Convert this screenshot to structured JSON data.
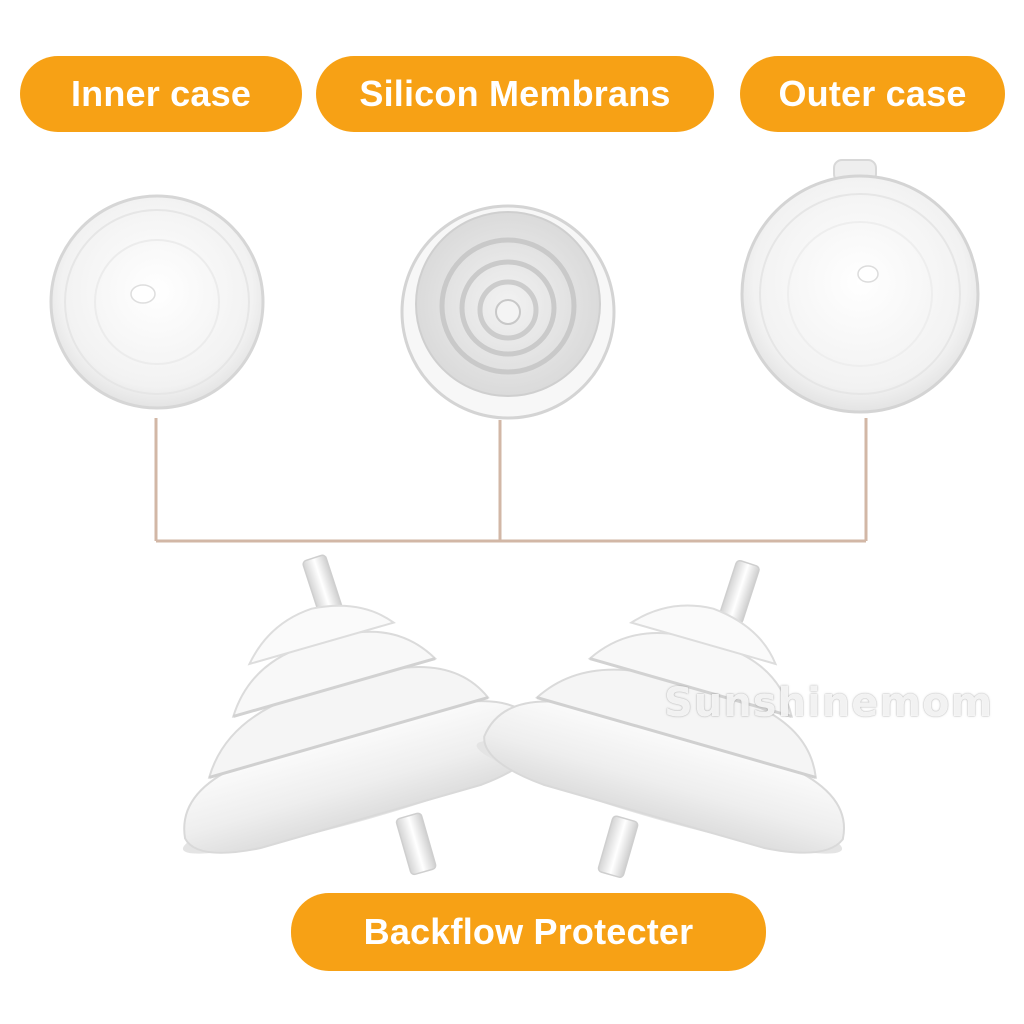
{
  "labels": {
    "inner_case": "Inner case",
    "silicon_membrans": "Silicon Membrans",
    "outer_case": "Outer case",
    "backflow_protecter": "Backflow Protecter"
  },
  "watermark": "Sunshinemom",
  "colors": {
    "accent": "#f7a115",
    "connector": "#d2b7a6",
    "part_fill": "#f3f3f3",
    "part_edge": "#d9d9d9"
  }
}
